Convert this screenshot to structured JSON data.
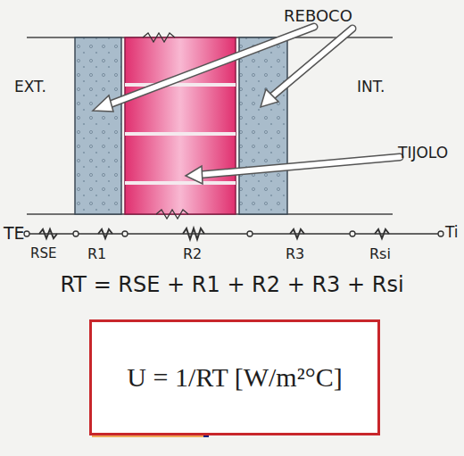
{
  "diagram": {
    "nodes": [
      {
        "text": [
          "U = 1/RT [W/m²°C]"
        ]
      }
    ],
    "labels": [
      "REBOCO",
      "EXT.",
      "INT.",
      "TIJOLO",
      "TE",
      "RSE",
      "R1",
      "R2",
      "R3",
      "Rsi",
      "Ti",
      "RT = RSE + R1 + R2 + R3 + Rsi"
    ]
  }
}
